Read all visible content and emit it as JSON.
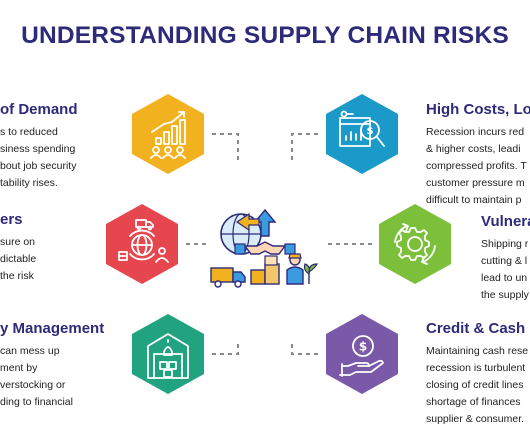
{
  "title": "UNDERSTANDING SUPPLY CHAIN RISKS",
  "left": [
    {
      "heading": "of Demand",
      "lines": [
        "s to reduced",
        "siness spending",
        "bout job security",
        "tability rises."
      ],
      "icon": "growth-chart-people-icon",
      "color": "#f2b11f"
    },
    {
      "heading": "ers",
      "lines": [
        "sure on",
        "dictable",
        "the risk"
      ],
      "icon": "global-logistics-icon",
      "color": "#e6474f"
    },
    {
      "heading": "y Management",
      "lines": [
        "can mess up",
        "ment by",
        "verstocking or",
        "ding to financial"
      ],
      "icon": "warehouse-alert-icon",
      "color": "#21a37f"
    }
  ],
  "right": [
    {
      "heading": "High Costs, Low",
      "lines": [
        "Recession incurs red",
        "& higher costs, leadi",
        "compressed profits. T",
        "customer pressure m",
        "difficult to maintain p"
      ],
      "icon": "cost-analysis-icon",
      "color": "#1b9ac9"
    },
    {
      "heading": "Vulnera",
      "lines": [
        "Shipping r",
        "cutting & l",
        "lead to un",
        "the supply"
      ],
      "icon": "gear-cycle-icon",
      "color": "#7cbf3a"
    },
    {
      "heading": "Credit & Cash C",
      "lines": [
        "Maintaining cash rese",
        "recession is turbulent",
        "closing of credit lines",
        "shortage of finances",
        "supplier & consumer."
      ],
      "icon": "money-hand-icon",
      "color": "#7a5aa8"
    }
  ],
  "center_icon": "supply-chain-handshake-icon"
}
